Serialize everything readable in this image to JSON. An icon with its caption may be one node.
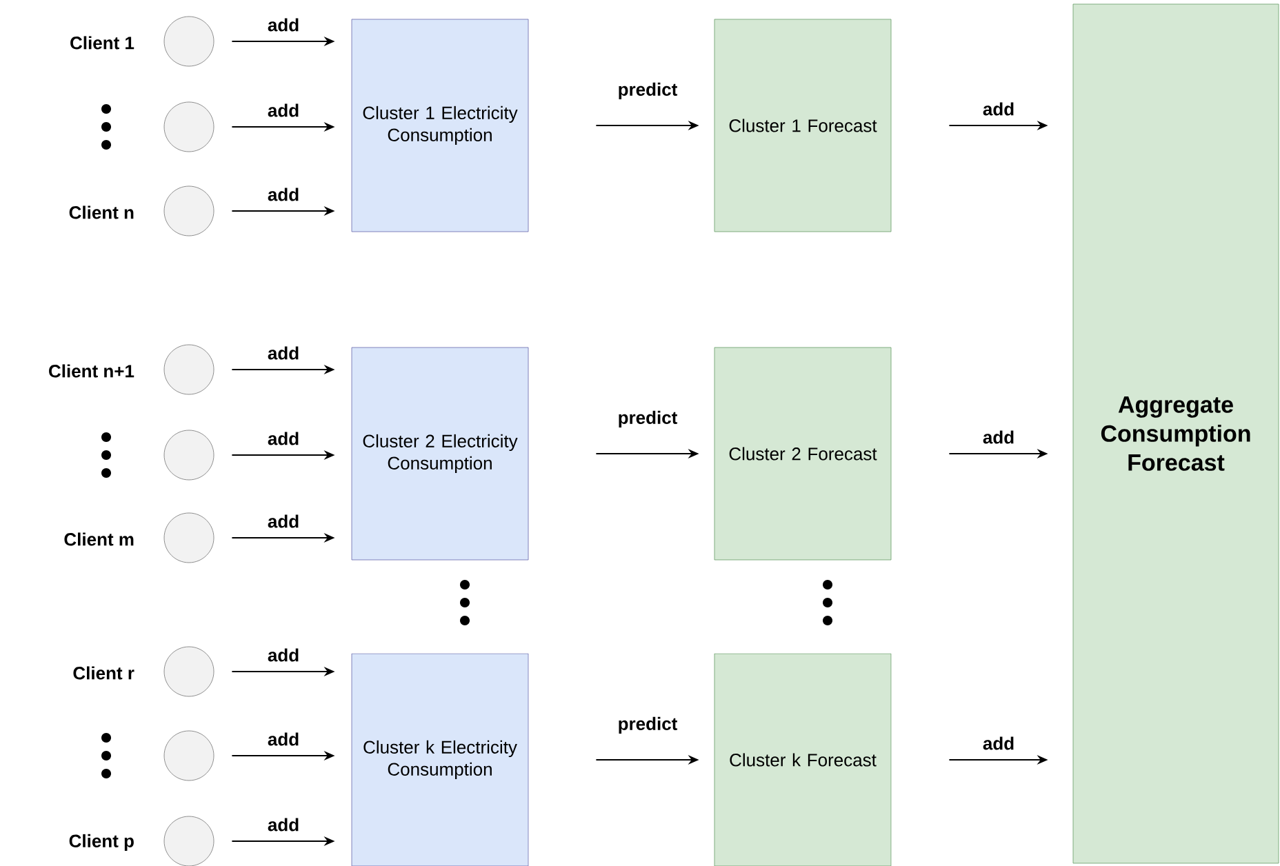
{
  "diagram": {
    "nodes": [
      {
        "text": [],
        "shape": "circle",
        "beside": [
          "Client 1"
        ]
      },
      {
        "text": [],
        "shape": "circle"
      },
      {
        "text": [],
        "shape": "circle",
        "beside": [
          "Client n"
        ]
      },
      {
        "text": [],
        "shape": "circle",
        "beside": [
          "Client n+1"
        ]
      },
      {
        "text": [],
        "shape": "circle"
      },
      {
        "text": [],
        "shape": "circle",
        "beside": [
          "Client m"
        ]
      },
      {
        "text": [],
        "shape": "circle",
        "beside": [
          "Client r"
        ]
      },
      {
        "text": [],
        "shape": "circle"
      },
      {
        "text": [],
        "shape": "circle",
        "beside": [
          "Client p"
        ]
      },
      {
        "text": [
          "Cluster 1 Electricity Consumption"
        ]
      },
      {
        "text": [
          "Cluster 2 Electricity Consumption"
        ]
      },
      {
        "text": [
          "Cluster k Electricity Consumption"
        ]
      },
      {
        "text": [
          "Cluster 1 Forecast"
        ]
      },
      {
        "text": [
          "Cluster 2 Forecast"
        ]
      },
      {
        "text": [
          "Cluster k Forecast"
        ]
      },
      {
        "text": [
          "Aggregate Consumption Forecast"
        ]
      }
    ],
    "edges": [
      {
        "from": 0,
        "to": 9,
        "arrow": "to",
        "label": "add"
      },
      {
        "from": 1,
        "to": 9,
        "arrow": "to",
        "label": "add"
      },
      {
        "from": 2,
        "to": 9,
        "arrow": "to",
        "label": "add"
      },
      {
        "from": 3,
        "to": 10,
        "arrow": "to",
        "label": "add"
      },
      {
        "from": 4,
        "to": 10,
        "arrow": "to",
        "label": "add"
      },
      {
        "from": 5,
        "to": 10,
        "arrow": "to",
        "label": "add"
      },
      {
        "from": 6,
        "to": 11,
        "arrow": "to",
        "label": "add"
      },
      {
        "from": 7,
        "to": 11,
        "arrow": "to",
        "label": "add"
      },
      {
        "from": 8,
        "to": 11,
        "arrow": "to",
        "label": "add"
      },
      {
        "from": 9,
        "to": 12,
        "arrow": "to",
        "label": "predict"
      },
      {
        "from": 10,
        "to": 13,
        "arrow": "to",
        "label": "predict"
      },
      {
        "from": 11,
        "to": 14,
        "arrow": "to",
        "label": "predict"
      },
      {
        "from": 12,
        "to": 15,
        "arrow": "to",
        "label": "add"
      },
      {
        "from": 13,
        "to": 15,
        "arrow": "to",
        "label": "add"
      },
      {
        "from": 14,
        "to": 15,
        "arrow": "to",
        "label": "add"
      }
    ]
  }
}
